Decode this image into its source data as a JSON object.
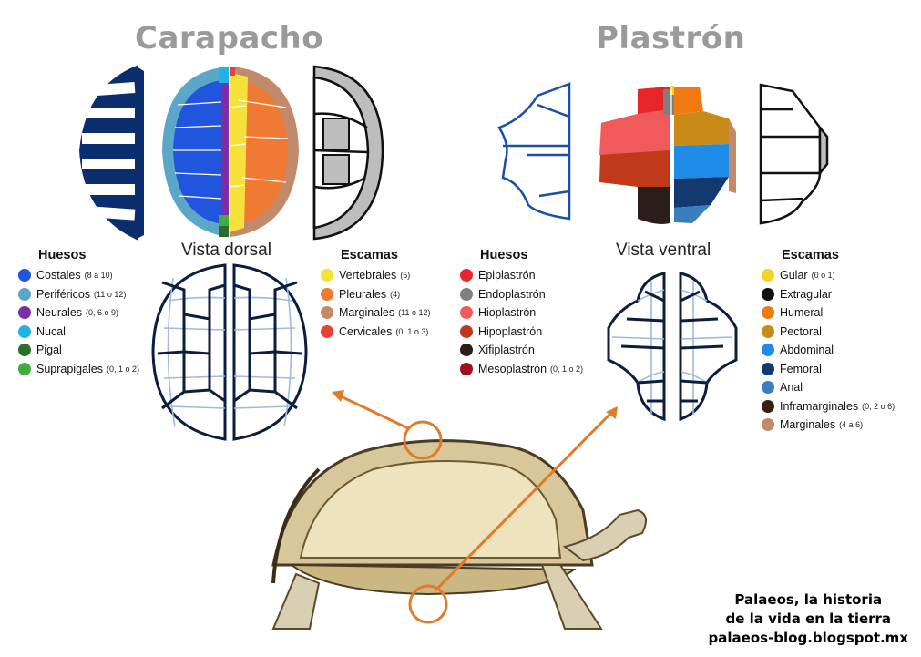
{
  "titles": {
    "carapace": "Carapacho",
    "plastron": "Plastrón"
  },
  "views": {
    "dorsal": "Vista dorsal",
    "ventral": "Vista ventral"
  },
  "carapace_legend": {
    "bones": {
      "heading": "Huesos",
      "items": [
        {
          "label": "Costales",
          "note": "(8 a 10)",
          "color": "#2255dd"
        },
        {
          "label": "Periféricos",
          "note": "(11 o 12)",
          "color": "#5aa7c8"
        },
        {
          "label": "Neurales",
          "note": "(0, 6 o 9)",
          "color": "#7b2fa6"
        },
        {
          "label": "Nucal",
          "note": "",
          "color": "#1fb3ea"
        },
        {
          "label": "Pigal",
          "note": "",
          "color": "#2e6b2e"
        },
        {
          "label": "Suprapigales",
          "note": "(0, 1 o 2)",
          "color": "#3fae3f"
        }
      ]
    },
    "scutes": {
      "heading": "Escamas",
      "items": [
        {
          "label": "Vertebrales",
          "note": "(5)",
          "color": "#f5e13a"
        },
        {
          "label": "Pleurales",
          "note": "(4)",
          "color": "#ee7a34"
        },
        {
          "label": "Marginales",
          "note": "(11 o 12)",
          "color": "#c28a6a"
        },
        {
          "label": "Cervicales",
          "note": "(0, 1 o 3)",
          "color": "#e8413a"
        }
      ]
    }
  },
  "plastron_legend": {
    "bones": {
      "heading": "Huesos",
      "items": [
        {
          "label": "Epiplastrón",
          "note": "",
          "color": "#e8262a"
        },
        {
          "label": "Endoplastrón",
          "note": "",
          "color": "#7f7f7f"
        },
        {
          "label": "Hioplastrón",
          "note": "",
          "color": "#f05a5a"
        },
        {
          "label": "Hipoplastrón",
          "note": "",
          "color": "#c0391b"
        },
        {
          "label": "Xifiplastrón",
          "note": "",
          "color": "#2a1d1a"
        },
        {
          "label": "Mesoplastrón",
          "note": "(0, 1 o 2)",
          "color": "#a0101a"
        }
      ]
    },
    "scutes": {
      "heading": "Escamas",
      "items": [
        {
          "label": "Gular",
          "note": "(0 o 1)",
          "color": "#f5d326"
        },
        {
          "label": "Extragular",
          "note": "",
          "color": "#111111"
        },
        {
          "label": "Humeral",
          "note": "",
          "color": "#f07a10"
        },
        {
          "label": "Pectoral",
          "note": "",
          "color": "#c98a17"
        },
        {
          "label": "Abdominal",
          "note": "",
          "color": "#1f8be8"
        },
        {
          "label": "Femoral",
          "note": "",
          "color": "#123a6e"
        },
        {
          "label": "Anal",
          "note": "",
          "color": "#3a7ec0"
        },
        {
          "label": "Inframarginales",
          "note": "(0, 2 o 6)",
          "color": "#3b1d10"
        },
        {
          "label": "Marginales",
          "note": "(4 a 6)",
          "color": "#c28a6a"
        }
      ]
    }
  },
  "credit": {
    "line1": "Palaeos, la historia",
    "line2": "de la vida en la tierra",
    "line3": "palaeos-blog.blogspot.mx"
  },
  "colors": {
    "title": "#9a9a9a",
    "arrow": "#e07b2a",
    "navy": "#0b2f6e",
    "outline_blue": "#1a4fa3",
    "light_blue": "#9fb8e0"
  }
}
